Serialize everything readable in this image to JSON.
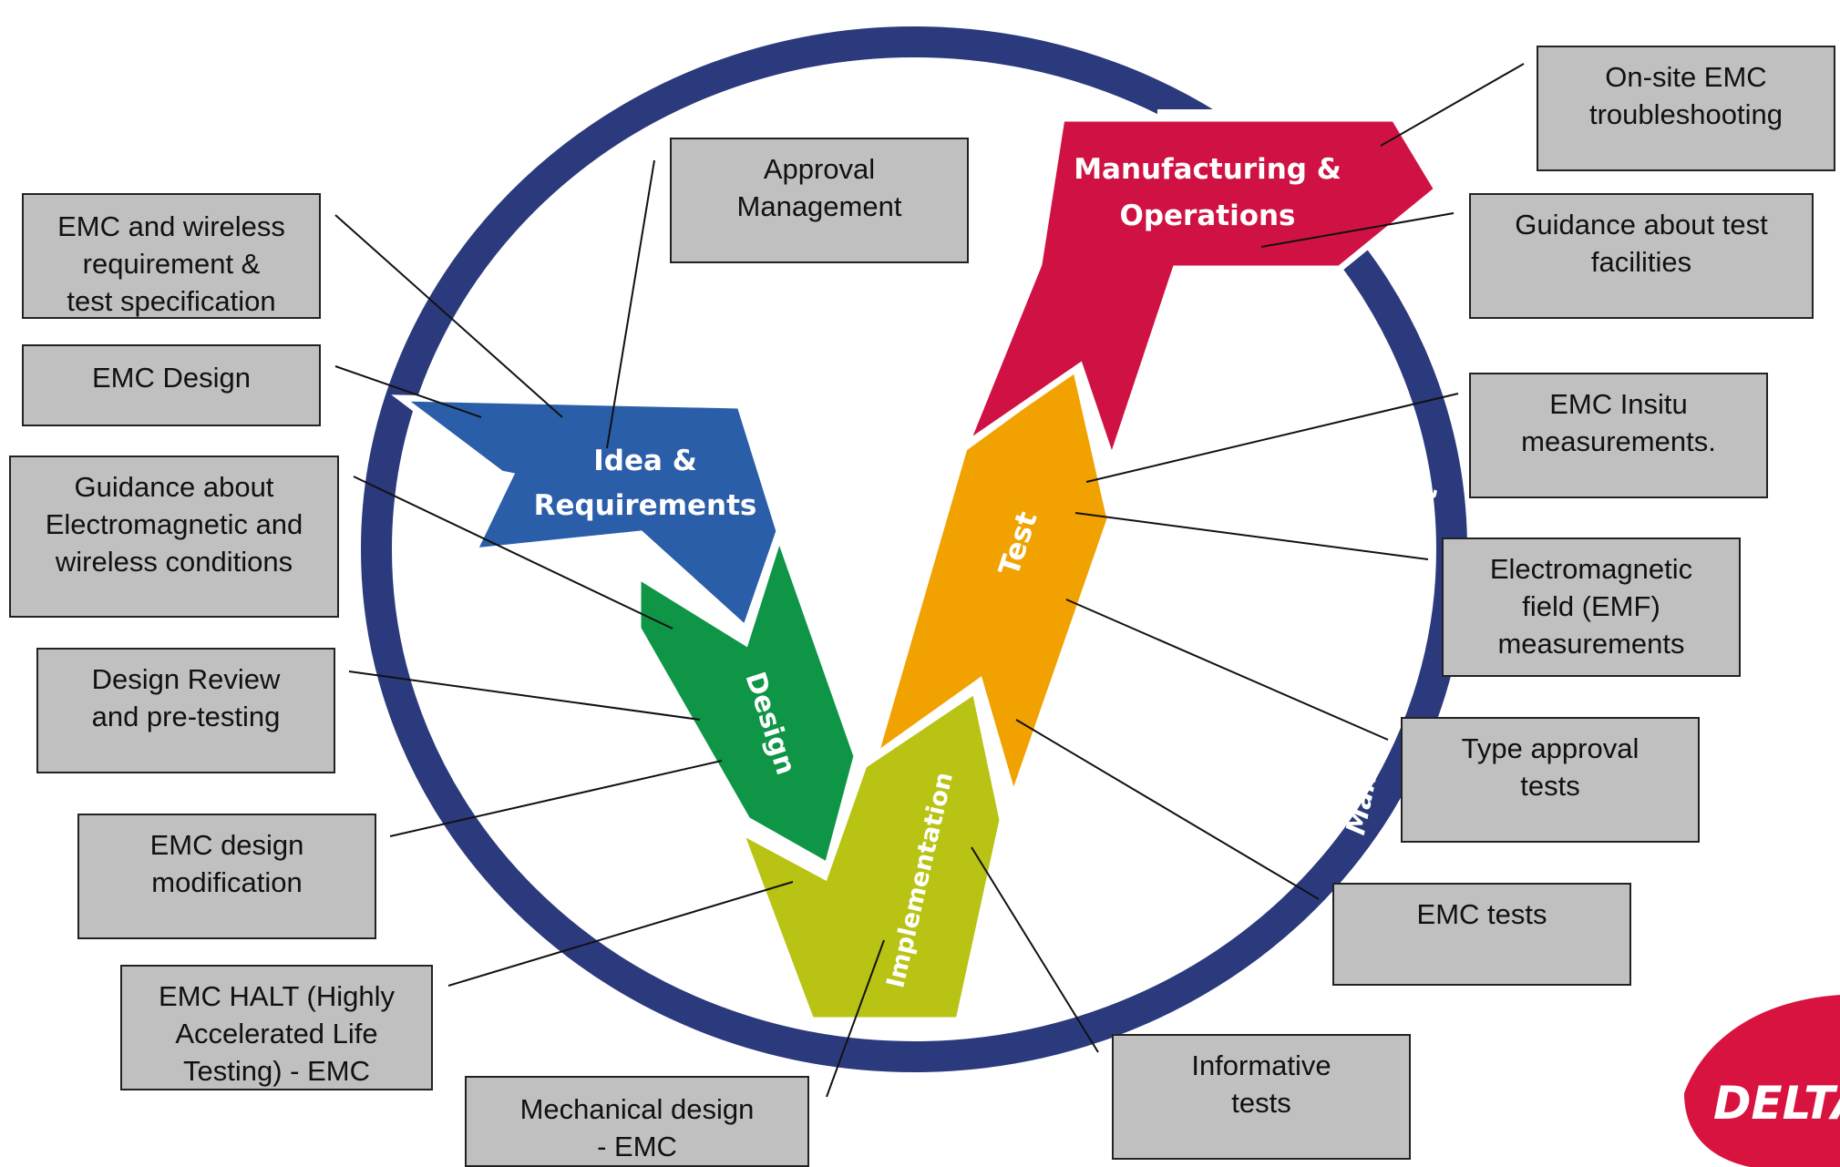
{
  "colors": {
    "ring": "#2b3a7c",
    "idea": "#2b5ea8",
    "design": "#0e9546",
    "implementation": "#b8c313",
    "test": "#f2a200",
    "manufacturing": "#cf1243",
    "box_fill": "#c0c0c0",
    "logo": "#d9133f"
  },
  "stages": {
    "idea_line1": "Idea &",
    "idea_line2": "Requirements",
    "design": "Design",
    "implementation": "Implementation",
    "test": "Test",
    "manufacturing_line1": "Manufacturing &",
    "manufacturing_line2": "Operations"
  },
  "ring_label": "Management & Support",
  "logo_text": "DELTA",
  "boxes": {
    "emc_wireless_requirement": "EMC and wireless\nrequirement &\ntest specification",
    "approval_management": "Approval\nManagement",
    "emc_design": "EMC Design",
    "guidance_em_wireless": "Guidance about\nElectromagnetic and\nwireless conditions",
    "design_review": "Design Review\nand pre-testing",
    "emc_design_modification": "EMC design\nmodification",
    "emc_halt": "EMC HALT (Highly\nAccelerated Life\nTesting) - EMC",
    "mechanical_design": "Mechanical design\n- EMC",
    "onsite_troubleshooting": "On-site EMC\ntroubleshooting",
    "guidance_test_facilities": "Guidance about test\nfacilities",
    "emc_insitu": "EMC Insitu\nmeasurements.",
    "emf_measurements": "Electromagnetic\nfield (EMF)\nmeasurements",
    "type_approval": "Type approval\ntests",
    "emc_tests": "EMC tests",
    "informative_tests": "Informative\ntests"
  }
}
